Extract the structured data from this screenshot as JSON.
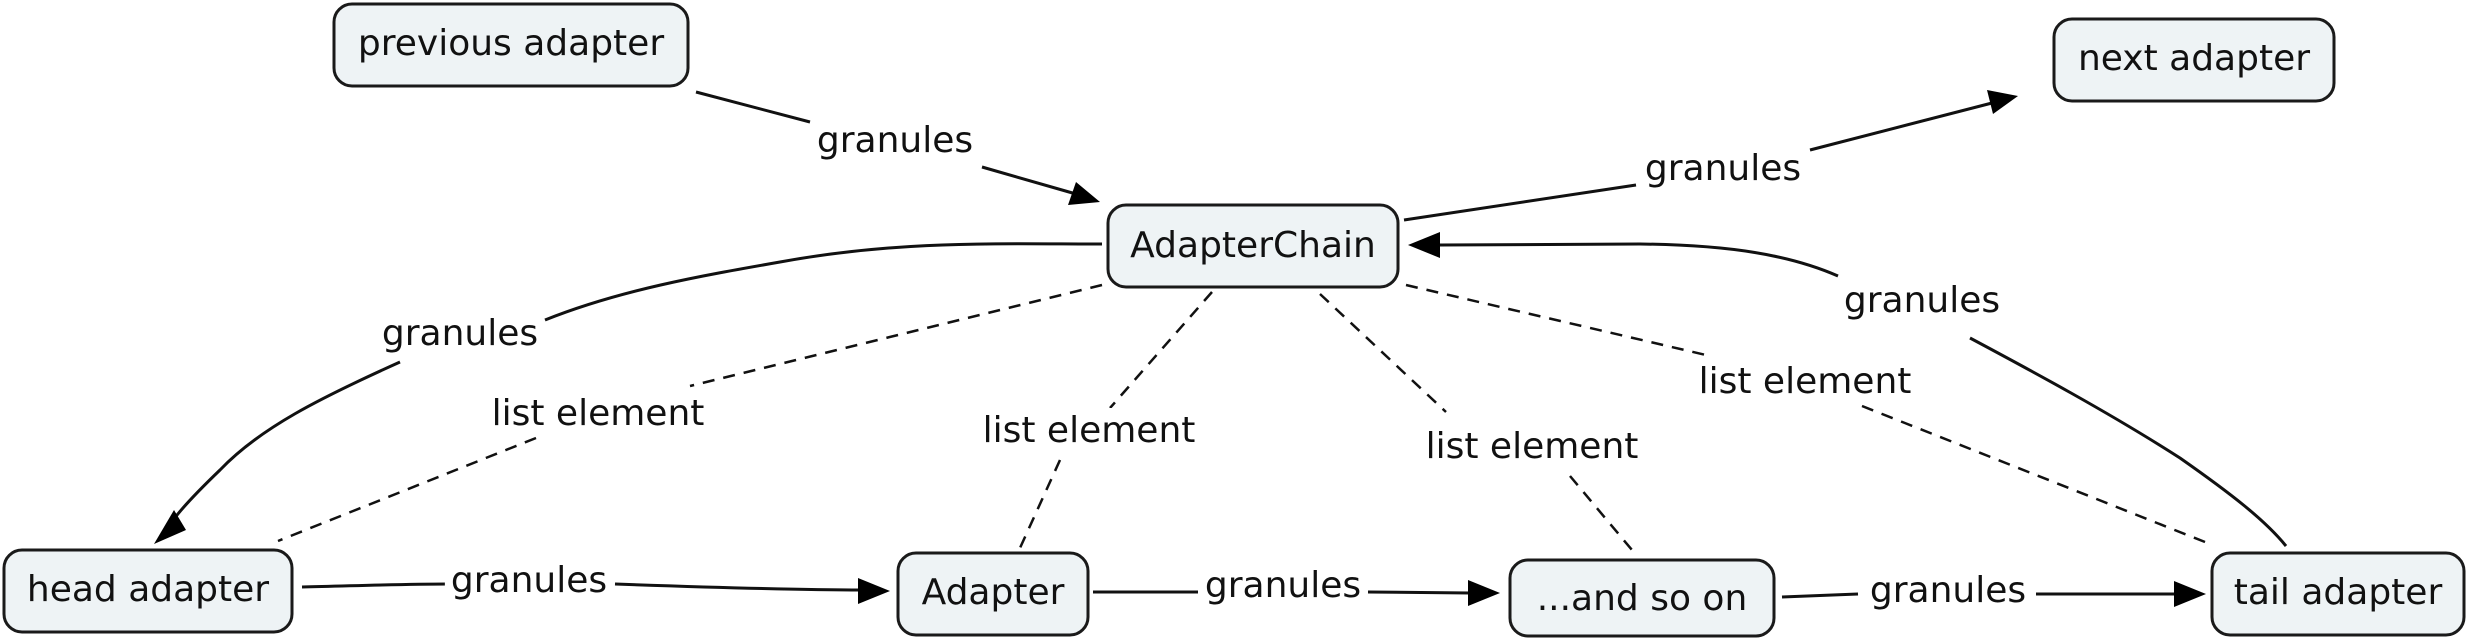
{
  "nodes": {
    "previous": "previous adapter",
    "next": "next adapter",
    "chain": "AdapterChain",
    "head": "head adapter",
    "adapter": "Adapter",
    "andsoon": "...and so on",
    "tail": "tail adapter"
  },
  "edges": {
    "previous_to_chain": "granules",
    "chain_to_next": "granules",
    "chain_to_head": "granules",
    "tail_to_chain": "granules",
    "head_to_adapter": "granules",
    "adapter_to_andsoon": "granules",
    "andsoon_to_tail": "granules",
    "chain_head_list": "list element",
    "chain_adapter_list": "list element",
    "chain_andsoon_list": "list element",
    "chain_tail_list": "list element"
  }
}
